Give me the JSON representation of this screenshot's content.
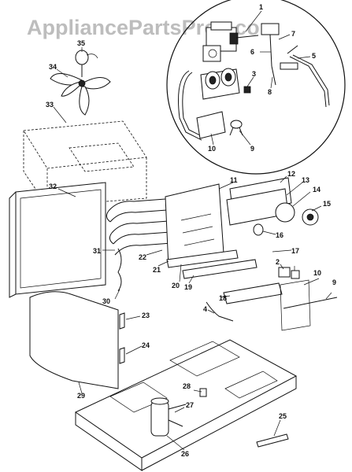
{
  "watermark": "AppliancePartsPros.com",
  "callouts": [
    "1",
    "2",
    "3",
    "4",
    "5",
    "6",
    "7",
    "8",
    "9",
    "10",
    "11",
    "12",
    "13",
    "14",
    "15",
    "16",
    "17",
    "18",
    "19",
    "20",
    "21",
    "22",
    "23",
    "24",
    "25",
    "26",
    "27",
    "28",
    "29",
    "30",
    "31",
    "32",
    "33",
    "34",
    "35"
  ]
}
